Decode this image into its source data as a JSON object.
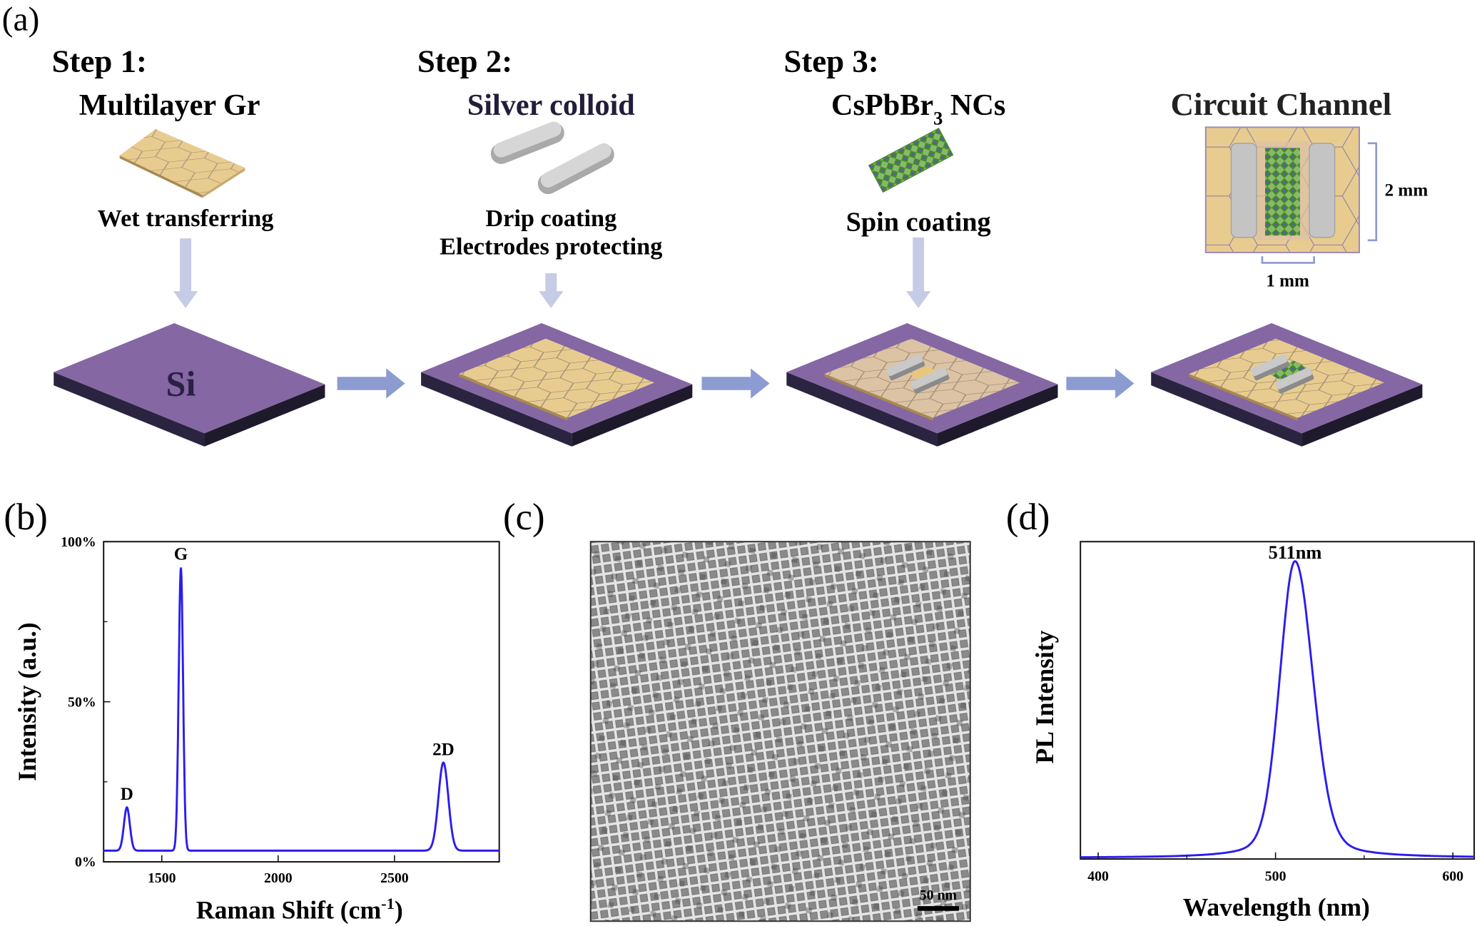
{
  "panel_a": {
    "label": "(a)",
    "step1": {
      "title": "Step 1:",
      "material": "Multilayer Gr",
      "process": "Wet transferring"
    },
    "step2": {
      "title": "Step 2:",
      "material": "Silver colloid",
      "process_line1": "Drip coating",
      "process_line2": "Electrodes protecting"
    },
    "step3": {
      "title": "Step 3:",
      "material_main": "CsPbBr",
      "material_sub": "3",
      "material_tail": " NCs",
      "process": "Spin coating"
    },
    "result": {
      "title": "Circuit Channel",
      "height_label": "2 mm",
      "width_label": "1 mm"
    },
    "substrate_label": "Si",
    "colors": {
      "silicon": "#8467a3",
      "graphene": "#e8cc8f",
      "silver": "#c9c9c9",
      "perovskite": "#5c9e3a",
      "arrow_down": "#c6cbe6",
      "arrow_right": "#8c9bd0"
    }
  },
  "panel_b": {
    "label": "(b)"
  },
  "panel_c": {
    "label": "(c)",
    "scale_bar": "50 nm"
  },
  "panel_d": {
    "label": "(d)"
  },
  "chart_data": [
    {
      "type": "line",
      "panel": "b",
      "xlabel": "Raman Shift (cm",
      "xlabel_sup": "-1",
      "xlabel_tail": ")",
      "ylabel": "Intensity (a.u.)",
      "xlim": [
        1250,
        2950
      ],
      "ylim": [
        0,
        100
      ],
      "xticks": [
        1500,
        2000,
        2500
      ],
      "yticks": [
        {
          "v": 0,
          "label": "0%"
        },
        {
          "v": 50,
          "label": "50%"
        },
        {
          "v": 100,
          "label": "100%"
        }
      ],
      "baseline": 3.5,
      "color": "#2b1cf0",
      "peaks": [
        {
          "name": "D",
          "x": 1350,
          "height": 17,
          "width": 30
        },
        {
          "name": "G",
          "x": 1582,
          "height": 92,
          "width": 22
        },
        {
          "name": "2D",
          "x": 2710,
          "height": 31,
          "width": 50
        }
      ],
      "grid": false
    },
    {
      "type": "line",
      "panel": "d",
      "xlabel": "Wavelength (nm)",
      "ylabel": "PL Intensity",
      "xlim": [
        390,
        612
      ],
      "ylim": [
        0,
        1.07
      ],
      "xticks": [
        400,
        500,
        600
      ],
      "color": "#2b1cf0",
      "peak": {
        "label": "511nm",
        "x": 511,
        "height": 1.0,
        "width": 20
      },
      "grid": false
    }
  ]
}
